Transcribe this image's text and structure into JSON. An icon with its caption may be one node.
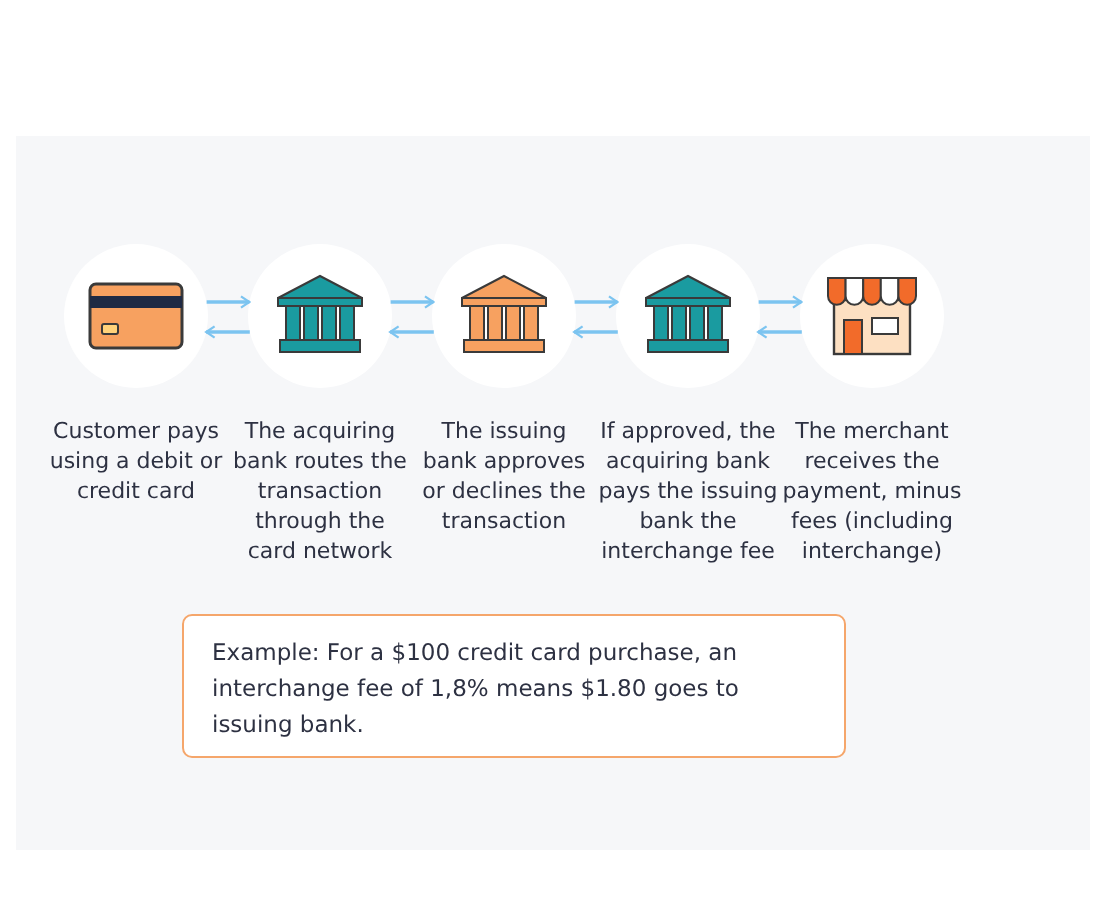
{
  "diagram": {
    "nodes": [
      {
        "text": [],
        "shape": "circle",
        "beside": [
          "Customer pays using a debit or credit card"
        ]
      },
      {
        "text": [],
        "shape": "circle",
        "beside": [
          "The acquiring bank routes the transaction through the card network"
        ]
      },
      {
        "text": [],
        "shape": "circle",
        "beside": [
          "The issuing bank approves or declines the transaction"
        ]
      },
      {
        "text": [],
        "shape": "circle",
        "beside": [
          "If approved, the acquiring bank pays the issuing bank the interchange fee"
        ]
      },
      {
        "text": [],
        "shape": "circle",
        "beside": [
          "The merchant receives the payment, minus fees (including interchange)"
        ]
      },
      {
        "text": [
          "Example: For a $100 credit card purchase, an interchange fee of 1,8% means $1.80 goes to issuing bank."
        ]
      }
    ],
    "edges": [
      {
        "from": 0,
        "to": 1,
        "arrow": "to"
      },
      {
        "from": 1,
        "to": 0,
        "arrow": "to"
      },
      {
        "from": 1,
        "to": 2,
        "arrow": "to"
      },
      {
        "from": 2,
        "to": 1,
        "arrow": "to"
      },
      {
        "from": 2,
        "to": 3,
        "arrow": "to"
      },
      {
        "from": 3,
        "to": 2,
        "arrow": "to"
      },
      {
        "from": 3,
        "to": 4,
        "arrow": "to"
      },
      {
        "from": 4,
        "to": 3,
        "arrow": "to"
      }
    ]
  }
}
